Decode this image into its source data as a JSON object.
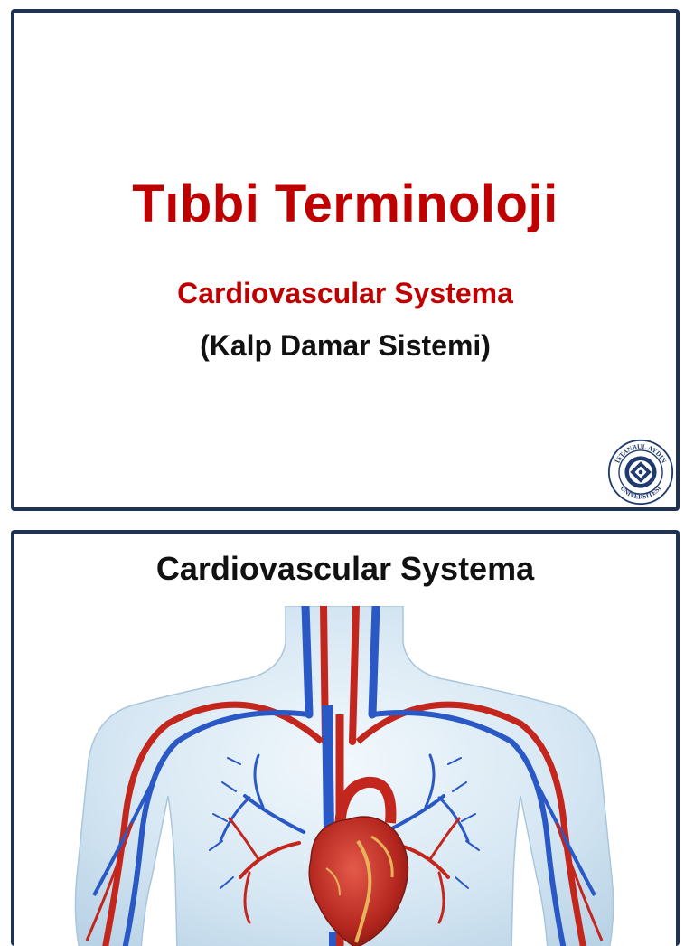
{
  "slide1": {
    "title": "Tıbbi Terminoloji",
    "subtitle_red": "Cardiovascular Systema",
    "subtitle_black": "(Kalp Damar Sistemi)",
    "logo": {
      "icon": "university-seal-icon",
      "text": "İSTANBUL AYDIN ÜNİVERSİTESİ"
    }
  },
  "slide2": {
    "title": "Cardiovascular Systema",
    "image": "cardiovascular-system-illustration"
  },
  "colors": {
    "title_red": "#c00000",
    "border_navy": "#1f3350"
  }
}
